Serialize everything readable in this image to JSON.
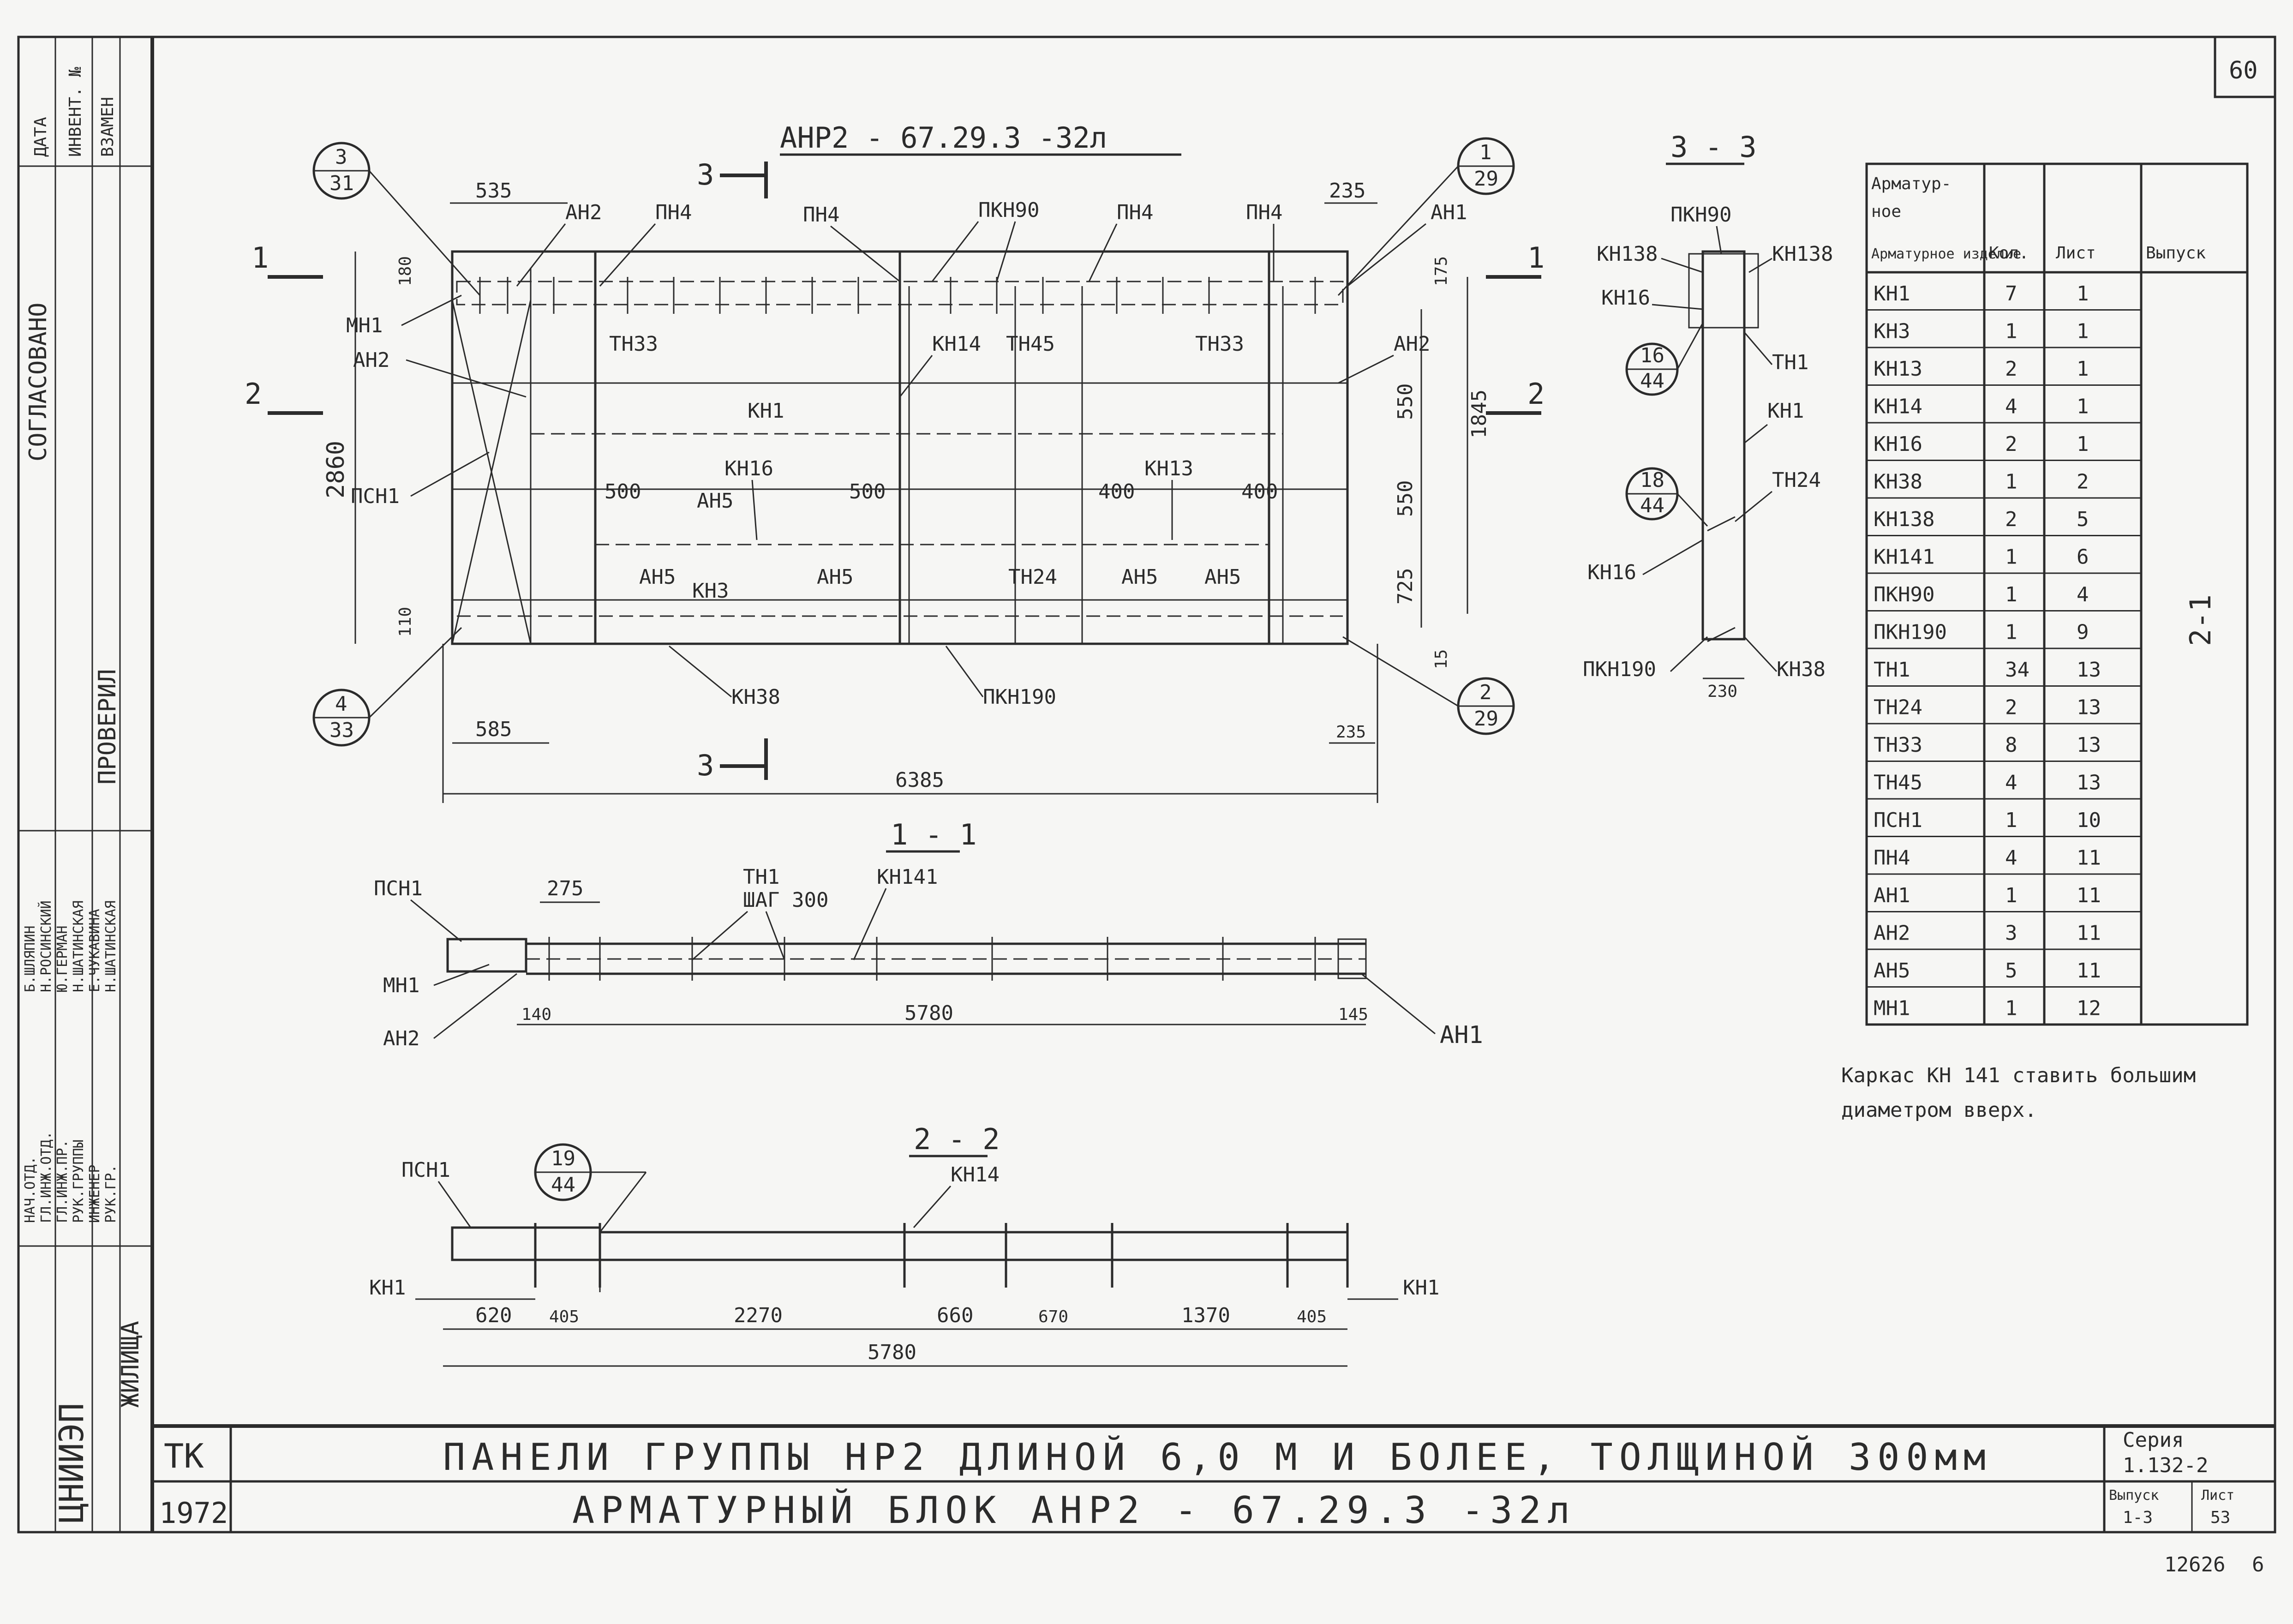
{
  "sheet": {
    "page_number": "60",
    "stamp": "12626",
    "stamp_suffix": "6"
  },
  "left_strip": {
    "top_labels": [
      "ДАТА",
      "ИНВЕНТ. №",
      "ВЗАМЕН",
      "СОГЛАСОВАНО",
      "ПРОВЕРИЛ",
      "ЖИЛИЩА"
    ],
    "rows": [
      {
        "role": "НАЧ.ОТД.",
        "name": "Б.ШЛЯПИН"
      },
      {
        "role": "ГЛ.ИНЖ.ОТД.",
        "name": "Н.РОСИНСКИЙ"
      },
      {
        "role": "ГЛ.ИНЖ.ПР.",
        "name": "Ю.ГЕРМАН"
      },
      {
        "role": "РУК.ГРУППЫ",
        "name": "Н.ШАТИНСКАЯ"
      },
      {
        "role": "ИНЖЕНЕР",
        "name": "Е.ЧУКАВИНА"
      },
      {
        "role": "РУК.ГР.",
        "name": "Н.ШАТИНСКАЯ"
      }
    ],
    "org": "ЦНИИЭП"
  },
  "main_view": {
    "title": "АНР2 - 67.29.3 -32л",
    "callouts": [
      {
        "num": "3",
        "den": "31"
      },
      {
        "num": "1",
        "den": "29"
      },
      {
        "num": "4",
        "den": "33"
      },
      {
        "num": "2",
        "den": "29"
      }
    ],
    "section_marks": [
      "1",
      "1",
      "2",
      "2",
      "3",
      "3"
    ],
    "labels": {
      "ah2_top": "АН2",
      "pn4_a": "ПН4",
      "pn4_b": "ПН4",
      "pkn90": "ПКН90",
      "pn4_c": "ПН4",
      "pn4_d": "ПН4",
      "ah1": "АН1",
      "mh1": "МН1",
      "ah2_left": "АН2",
      "psn1": "ПСН1",
      "th33_a": "ТН33",
      "kh14": "КН14",
      "th45": "ТН45",
      "th33_b": "ТН33",
      "ah2_right": "АН2",
      "kh1": "КН1",
      "kh16": "КН16",
      "ah5_a": "АН5",
      "kh13": "КН13",
      "ah5_b": "АН5",
      "kh3": "КН3",
      "ah5_c": "АН5",
      "th24": "ТН24",
      "ah5_d": "АН5",
      "ah5_e": "АН5",
      "kh38": "КН38",
      "pkn190": "ПКН190"
    },
    "dims": {
      "d535": "535",
      "d235_top": "235",
      "d180": "180",
      "d175": "175",
      "d2860": "2860",
      "d1845": "1845",
      "d550a": "550",
      "d550b": "550",
      "d725": "725",
      "d110": "110",
      "d15": "15",
      "d500a": "500",
      "d500b": "500",
      "d400a": "400",
      "d400b": "400",
      "d585": "585",
      "d235_bot": "235",
      "d6385": "6385"
    }
  },
  "section_11": {
    "title": "1 - 1",
    "labels": {
      "psn1": "ПСН1",
      "d275": "275",
      "th1": "ТН1",
      "step": "ШАГ 300",
      "kh141": "КН141",
      "mh1": "МН1",
      "ah2": "АН2",
      "d140": "140",
      "d5780": "5780",
      "d145": "145",
      "ah1": "АН1"
    }
  },
  "section_22": {
    "title": "2 - 2",
    "callout": {
      "num": "19",
      "den": "44"
    },
    "labels": {
      "psn1": "ПСН1",
      "kh14": "КН14",
      "kh1_left": "КН1",
      "kh1_right": "КН1"
    },
    "dims": [
      "620",
      "405",
      "2270",
      "660",
      "670",
      "1370",
      "405"
    ],
    "total": "5780"
  },
  "section_33": {
    "title": "3 - 3",
    "callouts": [
      {
        "num": "16",
        "den": "44"
      },
      {
        "num": "18",
        "den": "44"
      }
    ],
    "labels": {
      "pkn90": "ПКН90",
      "kh138_l": "КН138",
      "kh138_r": "КН138",
      "kh16_top": "КН16",
      "th1": "ТН1",
      "kh1": "КН1",
      "th24": "ТН24",
      "kh16_bot": "КН16",
      "pkn190": "ПКН190",
      "d230": "230",
      "kh38": "КН38"
    }
  },
  "table": {
    "headers": [
      "Арматурное изделие",
      "Кол.",
      "Лист",
      "Выпуск"
    ],
    "vypusk": "2-1",
    "rows": [
      [
        "КН1",
        "7",
        "1"
      ],
      [
        "КН3",
        "1",
        "1"
      ],
      [
        "КН13",
        "2",
        "1"
      ],
      [
        "КН14",
        "4",
        "1"
      ],
      [
        "КН16",
        "2",
        "1"
      ],
      [
        "КН38",
        "1",
        "2"
      ],
      [
        "КН138",
        "2",
        "5"
      ],
      [
        "КН141",
        "1",
        "6"
      ],
      [
        "ПКН90",
        "1",
        "4"
      ],
      [
        "ПКН190",
        "1",
        "9"
      ],
      [
        "ТН1",
        "34",
        "13"
      ],
      [
        "ТН24",
        "2",
        "13"
      ],
      [
        "ТН33",
        "8",
        "13"
      ],
      [
        "ТН45",
        "4",
        "13"
      ],
      [
        "ПСН1",
        "1",
        "10"
      ],
      [
        "ПН4",
        "4",
        "11"
      ],
      [
        "АН1",
        "1",
        "11"
      ],
      [
        "АН2",
        "3",
        "11"
      ],
      [
        "АН5",
        "5",
        "11"
      ],
      [
        "МН1",
        "1",
        "12"
      ]
    ]
  },
  "note": {
    "line1": "Каркас КН 141 ставить большим",
    "line2": "диаметром вверх."
  },
  "title_block": {
    "code": "ТК",
    "year": "1972",
    "line1": "ПАНЕЛИ ГРУППЫ НР2 ДЛИНОЙ 6,0 М И БОЛЕЕ, ТОЛЩИНОЙ 300мм",
    "line2": "АРМАТУРНЫЙ БЛОК АНР2 - 67.29.3 -32л",
    "seria_label": "Серия",
    "seria": "1.132-2",
    "vypusk_label": "Выпуск",
    "vypusk": "1-3",
    "list_label": "Лист",
    "list": "53"
  }
}
